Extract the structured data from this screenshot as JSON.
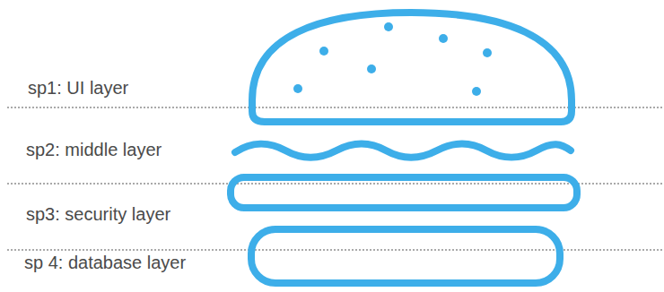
{
  "diagram": {
    "labels": [
      "sp1: UI layer",
      "sp2: middle layer",
      "sp3: security layer",
      "sp 4: database layer"
    ]
  }
}
